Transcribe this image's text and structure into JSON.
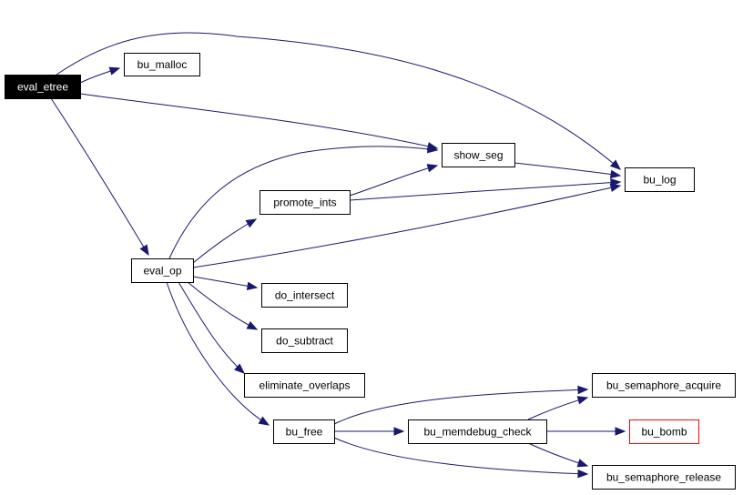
{
  "graph": {
    "nodes": [
      {
        "id": "eval_etree",
        "label": "eval_etree",
        "style": "root"
      },
      {
        "id": "bu_malloc",
        "label": "bu_malloc"
      },
      {
        "id": "show_seg",
        "label": "show_seg"
      },
      {
        "id": "bu_log",
        "label": "bu_log"
      },
      {
        "id": "promote_ints",
        "label": "promote_ints"
      },
      {
        "id": "eval_op",
        "label": "eval_op"
      },
      {
        "id": "do_intersect",
        "label": "do_intersect"
      },
      {
        "id": "do_subtract",
        "label": "do_subtract"
      },
      {
        "id": "eliminate_overlaps",
        "label": "eliminate_overlaps"
      },
      {
        "id": "bu_free",
        "label": "bu_free"
      },
      {
        "id": "bu_memdebug_check",
        "label": "bu_memdebug_check"
      },
      {
        "id": "bu_semaphore_acquire",
        "label": "bu_semaphore_acquire"
      },
      {
        "id": "bu_bomb",
        "label": "bu_bomb",
        "style": "warn"
      },
      {
        "id": "bu_semaphore_release",
        "label": "bu_semaphore_release"
      }
    ],
    "edges": [
      [
        "eval_etree",
        "bu_malloc"
      ],
      [
        "eval_etree",
        "bu_log"
      ],
      [
        "eval_etree",
        "show_seg"
      ],
      [
        "eval_etree",
        "eval_op"
      ],
      [
        "show_seg",
        "bu_log"
      ],
      [
        "promote_ints",
        "show_seg"
      ],
      [
        "promote_ints",
        "bu_log"
      ],
      [
        "eval_op",
        "show_seg"
      ],
      [
        "eval_op",
        "promote_ints"
      ],
      [
        "eval_op",
        "bu_log"
      ],
      [
        "eval_op",
        "do_intersect"
      ],
      [
        "eval_op",
        "do_subtract"
      ],
      [
        "eval_op",
        "eliminate_overlaps"
      ],
      [
        "eval_op",
        "bu_free"
      ],
      [
        "bu_free",
        "bu_semaphore_acquire"
      ],
      [
        "bu_free",
        "bu_memdebug_check"
      ],
      [
        "bu_free",
        "bu_semaphore_release"
      ],
      [
        "bu_memdebug_check",
        "bu_semaphore_acquire"
      ],
      [
        "bu_memdebug_check",
        "bu_bomb"
      ],
      [
        "bu_memdebug_check",
        "bu_semaphore_release"
      ]
    ]
  },
  "colors": {
    "edge": "#191970",
    "root_fill": "#000000",
    "root_text": "#ffffff",
    "warn_border": "#ff0000"
  }
}
